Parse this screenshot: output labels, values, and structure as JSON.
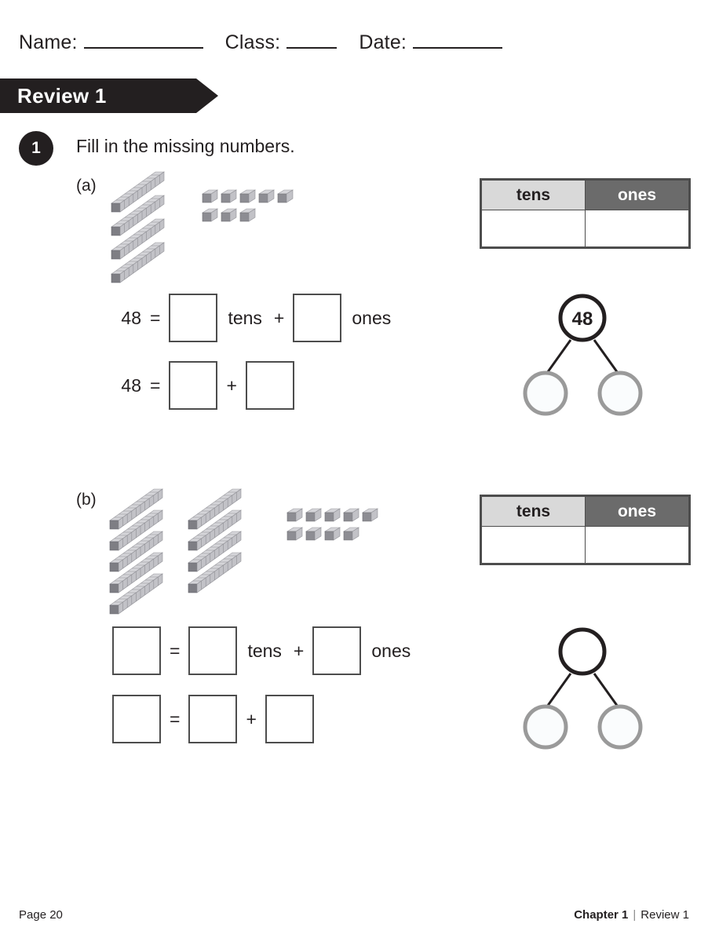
{
  "header": {
    "name_label": "Name:",
    "class_label": "Class:",
    "date_label": "Date:"
  },
  "banner": {
    "title": "Review 1"
  },
  "question": {
    "number": "1",
    "instruction": "Fill in the missing numbers."
  },
  "parts": [
    {
      "label": "(a)",
      "blocks": {
        "tens_rods": 4,
        "unit_cubes": 8,
        "cubes_top_row": 5,
        "cubes_bottom_row": 3
      },
      "table": {
        "header_tens": "tens",
        "header_ones": "ones",
        "value_tens": "",
        "value_ones": ""
      },
      "equation_1": {
        "left_value": "48",
        "equals": "=",
        "box_tens": "",
        "word_tens": "tens",
        "plus": "+",
        "box_ones": "",
        "word_ones": "ones"
      },
      "equation_2": {
        "left_value": "48",
        "equals": "=",
        "box_a": "",
        "plus": "+",
        "box_b": ""
      },
      "number_bond": {
        "whole": "48",
        "part_left": "",
        "part_right": ""
      }
    },
    {
      "label": "(b)",
      "blocks": {
        "tens_rods": 9,
        "unit_cubes": 9,
        "cubes_top_row": 5,
        "cubes_bottom_row": 4
      },
      "table": {
        "header_tens": "tens",
        "header_ones": "ones",
        "value_tens": "",
        "value_ones": ""
      },
      "equation_1": {
        "left_value": "",
        "equals": "=",
        "box_tens": "",
        "word_tens": "tens",
        "plus": "+",
        "box_ones": "",
        "word_ones": "ones"
      },
      "equation_2": {
        "left_value": "",
        "equals": "=",
        "box_a": "",
        "plus": "+",
        "box_b": ""
      },
      "number_bond": {
        "whole": "",
        "part_left": "",
        "part_right": ""
      }
    }
  ],
  "footer": {
    "page": "Page 20",
    "chapter": "Chapter 1",
    "separator": "|",
    "review": "Review 1"
  },
  "colors": {
    "ink": "#231f20",
    "banner_bg": "#231f20",
    "tens_header_bg": "#d9d9d9",
    "ones_header_bg": "#6b6b6b",
    "box_border": "#4d4d4d",
    "bond_part_stroke": "#9a9a9a",
    "block_face": "#c9c9cd",
    "block_side": "#6e6e73"
  }
}
